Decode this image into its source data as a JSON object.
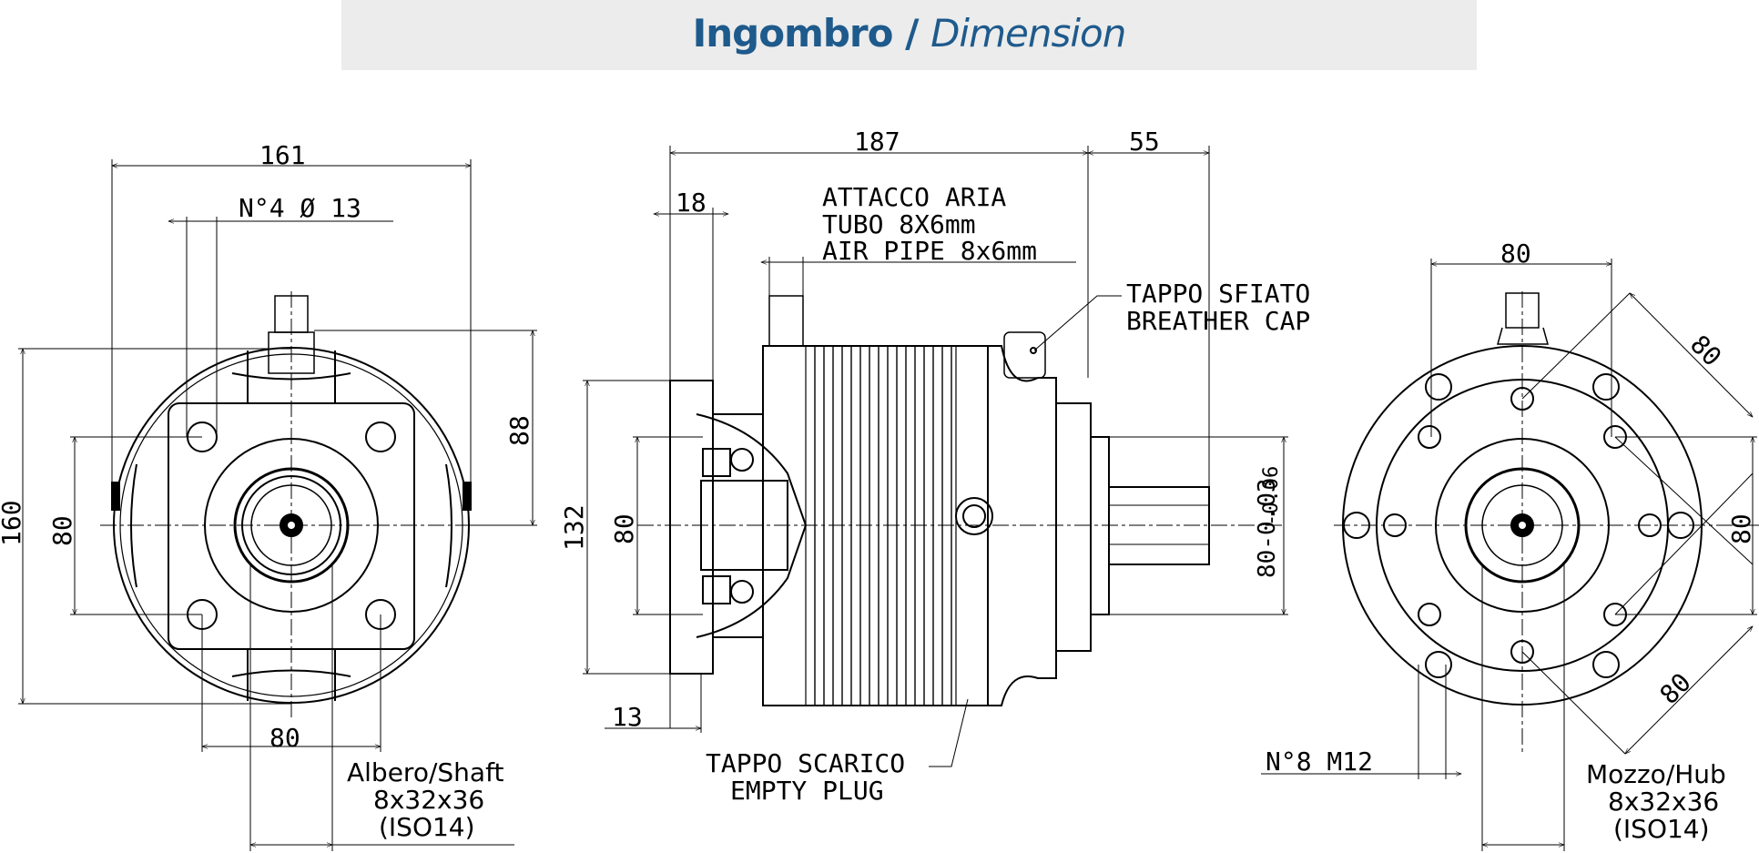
{
  "header": {
    "title_bold": "Ingombro",
    "title_separator": " / ",
    "title_italic": "Dimension",
    "title_color": "#1e5a8c"
  },
  "front_view": {
    "dim_overall_width": "161",
    "dim_holes": "N°4 Ø 13",
    "dim_height_total": "160",
    "dim_flange_height": "80",
    "dim_top_offset": "88",
    "dim_bottom_width": "80",
    "shaft_label_1": "Albero/Shaft",
    "shaft_label_2": "8x32x36",
    "shaft_label_3": "(ISO14)"
  },
  "side_view": {
    "dim_length": "187",
    "dim_shaft_length": "55",
    "dim_flange_thk": "18",
    "dim_height": "132",
    "dim_bore": "80",
    "dim_base_thk": "13",
    "dim_tolerance_upper": "80-0.03",
    "dim_tolerance_lower": "-0.06",
    "air_label_1": "ATTACCO ARIA",
    "air_label_2": "TUBO 8X6mm",
    "air_label_3": "AIR PIPE 8x6mm",
    "breather_label_1": "TAPPO SFIATO",
    "breather_label_2": "BREATHER CAP",
    "drain_label_1": "TAPPO SCARICO",
    "drain_label_2": "EMPTY PLUG"
  },
  "rear_view": {
    "dim_top_width": "80",
    "dim_diag_top": "80",
    "dim_diag_bottom": "80",
    "dim_right_height": "80",
    "dim_threads": "N°8 M12",
    "hub_label_1": "Mozzo/Hub",
    "hub_label_2": "8x32x36",
    "hub_label_3": "(ISO14)"
  }
}
